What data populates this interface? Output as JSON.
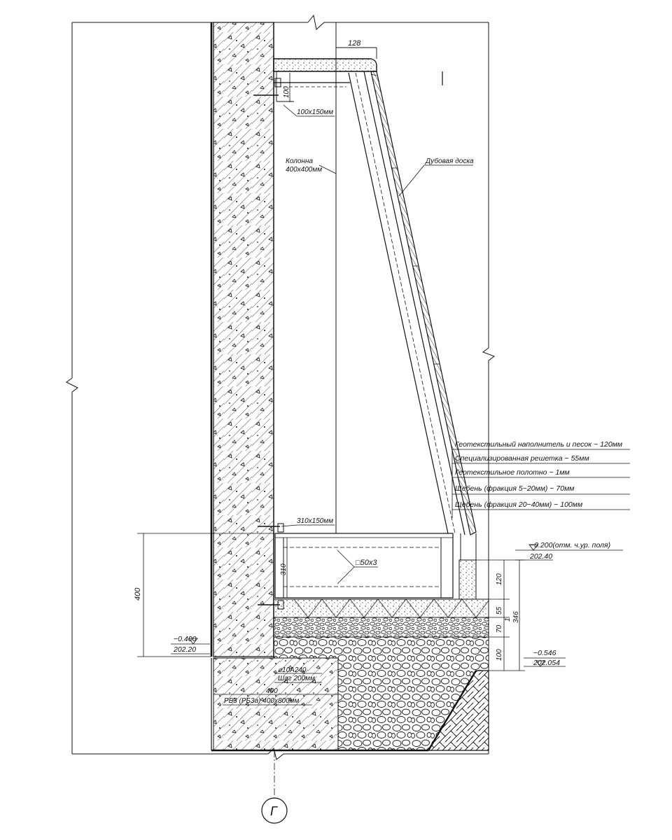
{
  "labels": {
    "dim_128": "128",
    "dim_100": "100",
    "profile_top": "100x150мм",
    "column": "Колонна",
    "column_size": "400x400мм",
    "oak_board": "Дубовая доска",
    "profile_bottom": "310x150мм",
    "dim_310": "310",
    "square_tube": "□50x3",
    "dim_400_vertical": "400",
    "mark_left_1": "−0.400",
    "mark_left_2": "202.20",
    "mark_right_top_1": "−0.200(отм. ч.ур. поля)",
    "mark_right_top_2": "202.40",
    "mark_right_bottom_1": "−0.546",
    "mark_right_bottom_2": "202.054",
    "dim_120": "120",
    "dim_55": "55",
    "dim_1": "1",
    "dim_70": "70",
    "dim_100b": "100",
    "dim_346": "346",
    "rebar": "⌀10А240",
    "rebar_step": "Шаг 200мм",
    "dim_400_horizontal": "400",
    "beam": "РБ3 (РБ3а) 400x800мм",
    "axis": "Г"
  },
  "layers": [
    "Геотекстильный наполнитель и песок − 120мм",
    "Специализированная решетка − 55мм",
    "Геотекстильное полотно − 1мм",
    "Щебень (фракция 5−20мм) − 70мм",
    "Щебень (фракция 20−40мм) − 100мм"
  ]
}
